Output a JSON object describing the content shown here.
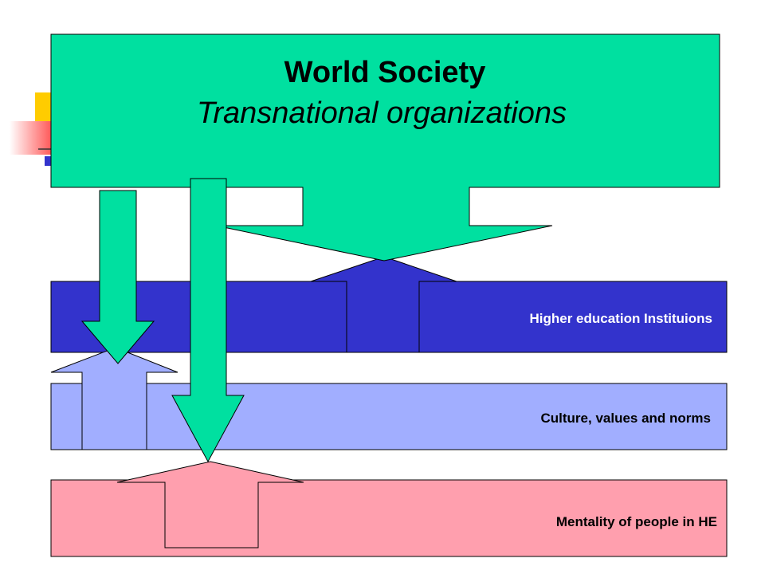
{
  "title": {
    "line1": "World Society",
    "line2": "Transnational organizations"
  },
  "layers": [
    {
      "id": "hei",
      "label": "Higher education Instituions",
      "color": "#3333cc",
      "label_color": "#ffffff"
    },
    {
      "id": "culture",
      "label": "Culture, values and norms",
      "color": "#a1aeff",
      "label_color": "#000000"
    },
    {
      "id": "mentality",
      "label": "Mentality of people in HE",
      "color": "#ff9fae",
      "label_color": "#000000"
    }
  ],
  "colors": {
    "world_society": "#00e0a0",
    "slide_accent_yellow": "#ffcc00",
    "slide_accent_red": "#ff4d4d",
    "slide_accent_blue": "#3333cc"
  }
}
